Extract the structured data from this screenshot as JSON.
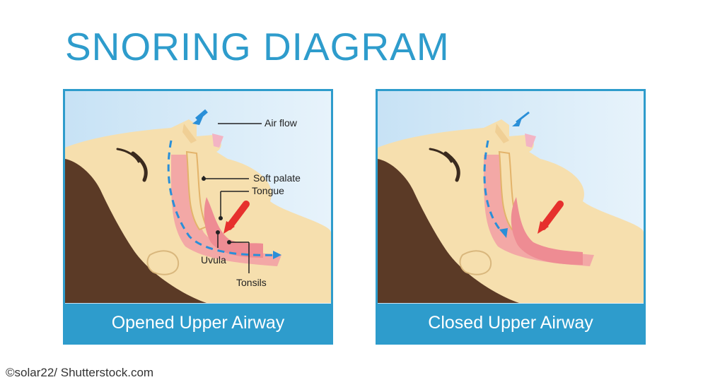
{
  "title": "SNORING DIAGRAM",
  "panels": [
    {
      "caption": "Opened Upper Airway",
      "labels": {
        "air_flow": "Air flow",
        "soft_palate": "Soft palate",
        "tongue": "Tongue",
        "uvula": "Uvula",
        "tonsils": "Tonsils"
      }
    },
    {
      "caption": "Closed Upper Airway"
    }
  ],
  "credit": "©solar22/ Shutterstock.com",
  "colors": {
    "accent_blue": "#2e9ccc",
    "skin": "#f6dfae",
    "hair": "#5b3a26",
    "airway": "#f29fa4",
    "arrow_red": "#e6302d",
    "airflow_arrow": "#2a8fd8"
  }
}
